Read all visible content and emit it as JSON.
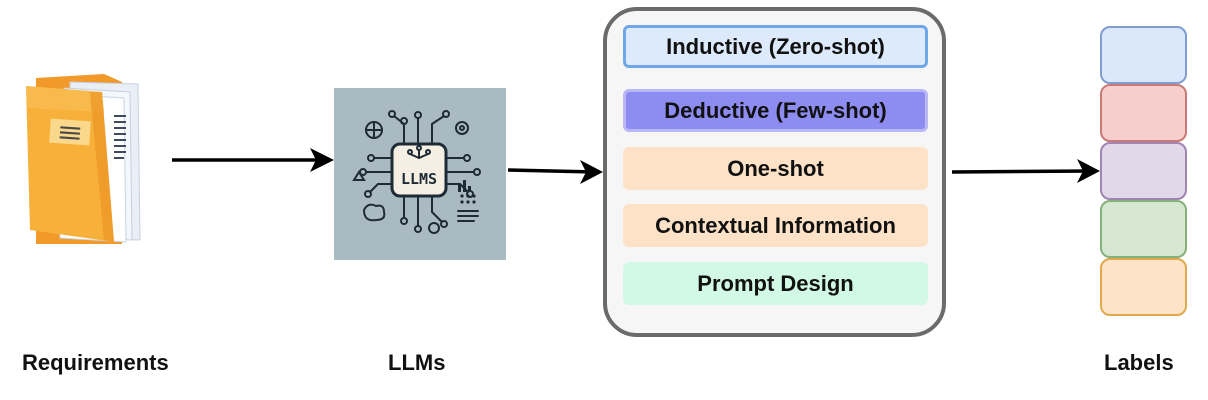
{
  "prompt_methods": [
    {
      "label": "Inductive (Zero-shot)"
    },
    {
      "label": "Deductive (Few-shot)"
    },
    {
      "label": "One-shot"
    },
    {
      "label": "Contextual Information"
    },
    {
      "label": "Prompt Design"
    }
  ],
  "llm_image": {
    "chip_text": "LLMS"
  },
  "captions": {
    "requirements": "Requirements",
    "llms": "LLMs",
    "labels": "Labels"
  },
  "colors": {
    "arrow": "#000000",
    "panel_border": "#6b6b6b",
    "inductive": "#dceafc",
    "deductive": "#8d8cf0",
    "one_shot": "#fde2c8",
    "contextual": "#fde2c8",
    "prompt_design": "#d2f9e6",
    "label_blocks": [
      "#dbe8fb",
      "#f6cfcd",
      "#e3d7ea",
      "#d7e8d2",
      "#fde3c8"
    ]
  },
  "icons": {
    "requirements": "folder-documents-icon",
    "llms": "llm-chip-icon"
  }
}
